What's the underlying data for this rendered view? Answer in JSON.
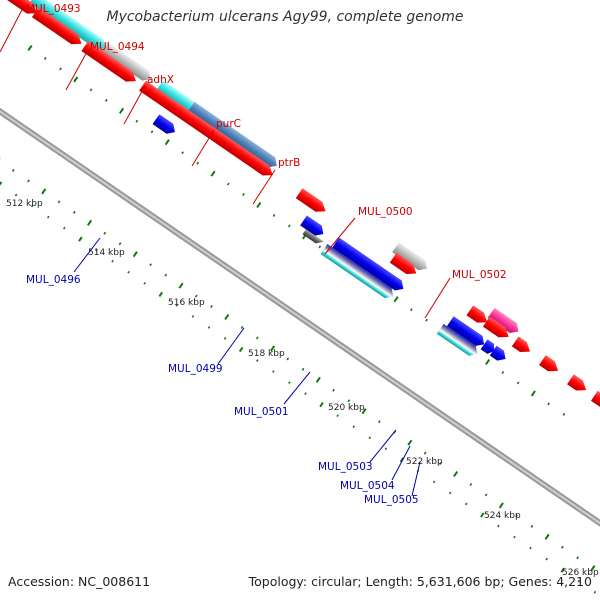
{
  "map": {
    "title": "Mycobacterium ulcerans Agy99, complete genome",
    "accession": "Accession: NC_008611",
    "topology": "Topology: circular; Length: 5,631,606 bp; Genes: 4,210",
    "kbp_labels": [
      "512 kbp",
      "514 kbp",
      "516 kbp",
      "518 kbp",
      "520 kbp",
      "522 kbp",
      "524 kbp",
      "526 kbp"
    ],
    "top_gene_labels": [
      "MUL_0493",
      "MUL_0494",
      "adhX",
      "purC",
      "ptrB",
      "MUL_0500",
      "MUL_0502"
    ],
    "bottom_gene_labels": [
      "MUL_0496",
      "MUL_0499",
      "MUL_0501",
      "MUL_0503",
      "MUL_0504",
      "MUL_0505"
    ],
    "colors": {
      "backbone": "#999999",
      "cds_red": "#ff0000",
      "cds_blue": "#0000ee",
      "cyan": "#33dddd",
      "steelblue": "#4a7fb5",
      "gray_gene": "#bbbbbb",
      "pink": "#ff3399",
      "orange": "#ff9900",
      "tick_green": "#007700",
      "label_red": "#cc0000",
      "label_blue": "#0000aa"
    }
  }
}
